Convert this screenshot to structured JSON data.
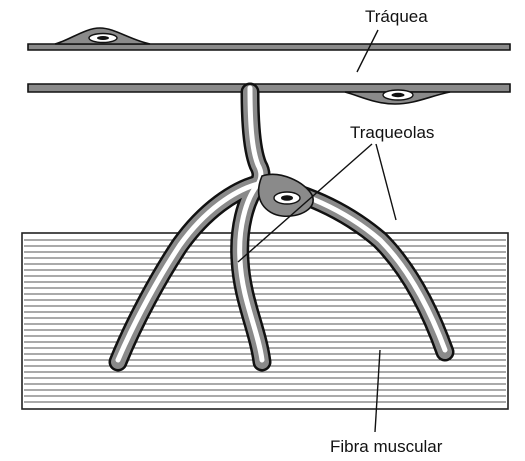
{
  "labels": {
    "trachea": "Tráquea",
    "tracheoles": "Traqueolas",
    "muscle_fiber": "Fibra muscular"
  },
  "colors": {
    "ink": "#111111",
    "wall_fill": "#8a8a8a",
    "lumen": "#ffffff",
    "muscle_line": "#555555"
  }
}
